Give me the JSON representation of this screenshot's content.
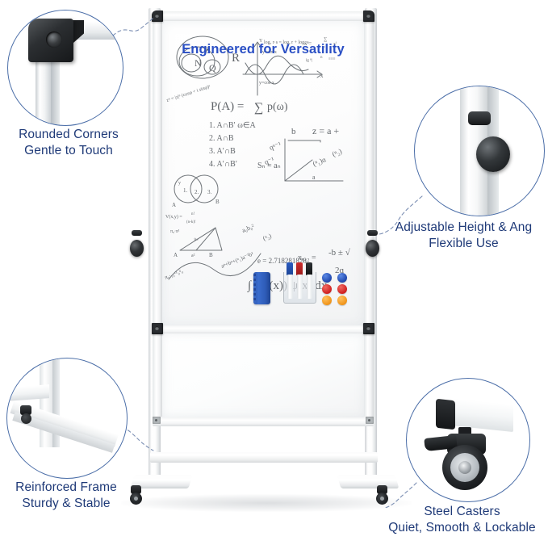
{
  "page": {
    "headline": "Engineered for Versatility",
    "headline_color": "#2a4fc4",
    "callout_text_color": "#1f3a78",
    "callout_border_color": "#4b6ea8",
    "background": "#ffffff"
  },
  "callouts": [
    {
      "id": "rounded-corners",
      "title": "Rounded Corners",
      "subtitle": "Gentle to Touch",
      "detail_icon": "corner-cap-icon"
    },
    {
      "id": "adjustable-height",
      "title": "Adjustable Height & Ang",
      "subtitle": "Flexible Use",
      "detail_icon": "adjustment-knob-icon"
    },
    {
      "id": "reinforced-frame",
      "title": "Reinforced Frame",
      "subtitle": "Sturdy & Stable",
      "detail_icon": "frame-brace-icon"
    },
    {
      "id": "steel-casters",
      "title": "Steel Casters",
      "subtitle": "Quiet, Smooth & Lockable",
      "detail_icon": "locking-caster-icon"
    }
  ],
  "product": {
    "name": "mobile-whiteboard",
    "frame_color": "#f2f4f5",
    "corner_cap_color": "#2a2d30",
    "surface_color": "#ffffff",
    "accessories": {
      "eraser": {
        "color": "#2e5cb8",
        "label": "magnetic-eraser"
      },
      "markers": [
        {
          "color": "#1d4596",
          "label": "blue-marker"
        },
        {
          "color": "#cc2b2b",
          "label": "red-marker"
        },
        {
          "color": "#111315",
          "label": "black-marker"
        }
      ],
      "magnets": [
        {
          "color": "#1f47ad",
          "label": "blue-magnet"
        },
        {
          "color": "#1f47ad",
          "label": "blue-magnet"
        },
        {
          "color": "#d01f1f",
          "label": "red-magnet"
        },
        {
          "color": "#d01f1f",
          "label": "red-magnet"
        },
        {
          "color": "#f0941a",
          "label": "orange-magnet"
        },
        {
          "color": "#f0941a",
          "label": "orange-magnet"
        }
      ]
    },
    "handwriting": [
      "P(A) = ∑ p(ω)",
      "1. A∩B'  ω∈A",
      "2. A∩B",
      "3. A'∩B",
      "4. A'∩B'",
      "Sn = an",
      "z = a +",
      "e = 2.718281828",
      "x₁,₂ = -b ± √",
      "∫ f(φ(x)) ψ(x) dx",
      "logₐ r·s = logₐ r + logₐ s",
      "y = sin x",
      "y = cos x"
    ]
  }
}
